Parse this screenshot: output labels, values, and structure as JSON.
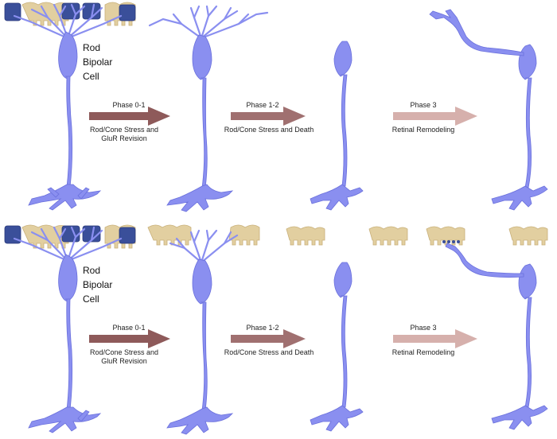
{
  "colors": {
    "neuron": "#8a8ff0",
    "neuron_dark": "#6a70dc",
    "terminal": "#3a4f9a",
    "photoreceptor": "#e2cfa0",
    "photoreceptor_dark": "#c8b07a",
    "arrow_phase01": "#8e5a5a",
    "arrow_phase12": "#a07070",
    "arrow_phase3": "#d6b0ac"
  },
  "cell_label": [
    "Rod",
    "Bipolar",
    "Cell"
  ],
  "panels": [
    {
      "id": "top",
      "transitions": [
        {
          "phase": "Phase 0-1",
          "caption": [
            "Rod/Cone Stress and",
            "GluR Revision"
          ]
        },
        {
          "phase": "Phase 1-2",
          "caption": [
            "Rod/Cone Stress and Death"
          ]
        },
        {
          "phase": "Phase 3",
          "caption": [
            "Retinal Remodeling"
          ]
        }
      ]
    },
    {
      "id": "bottom",
      "transitions": [
        {
          "phase": "Phase 0-1",
          "caption": [
            "Rod/Cone Stress and",
            "GluR Revision"
          ]
        },
        {
          "phase": "Phase 1-2",
          "caption": [
            "Rod/Cone Stress and Death"
          ]
        },
        {
          "phase": "Phase 3",
          "caption": [
            "Retinal Remodeling"
          ]
        }
      ]
    }
  ]
}
